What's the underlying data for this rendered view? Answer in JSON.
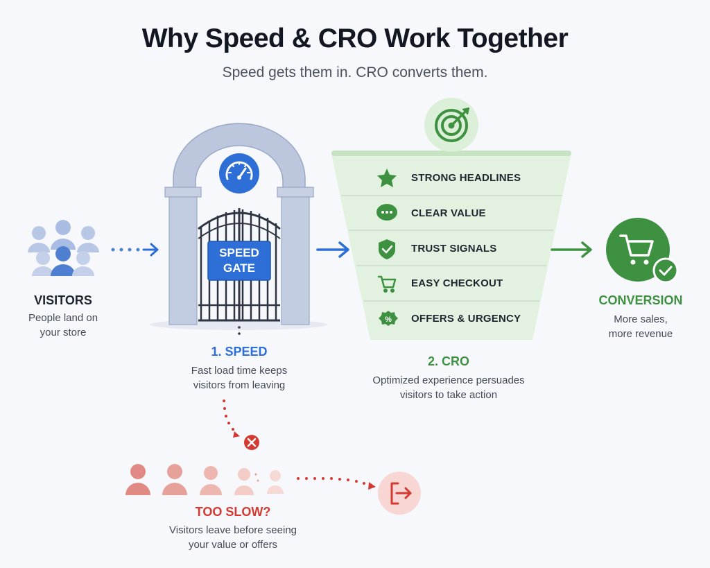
{
  "title": "Why Speed & CRO Work Together",
  "subtitle": "Speed gets them in. CRO converts them.",
  "visitors": {
    "label": "VISITORS",
    "desc_line1": "People land on",
    "desc_line2": "your store",
    "icon": "people-group-icon"
  },
  "speed": {
    "gate_line1": "SPEED",
    "gate_line2": "GATE",
    "step_label": "1. SPEED",
    "desc_line1": "Fast load time keeps",
    "desc_line2": "visitors from leaving",
    "icon": "speedometer-icon",
    "color": "#2d6fd6"
  },
  "cro": {
    "items": [
      {
        "label": "STRONG HEADLINES",
        "icon": "star-icon"
      },
      {
        "label": "CLEAR VALUE",
        "icon": "chat-bubble-icon"
      },
      {
        "label": "TRUST SIGNALS",
        "icon": "shield-check-icon"
      },
      {
        "label": "EASY CHECKOUT",
        "icon": "cart-icon"
      },
      {
        "label": "OFFERS & URGENCY",
        "icon": "discount-badge-icon"
      }
    ],
    "step_label": "2. CRO",
    "desc_line1": "Optimized experience persuades",
    "desc_line2": "visitors to take action",
    "icon": "target-icon",
    "color": "#3f9142"
  },
  "conversion": {
    "label": "CONVERSION",
    "desc_line1": "More sales,",
    "desc_line2": "more revenue",
    "icon": "shopping-cart-check-icon",
    "color": "#3f9142"
  },
  "too_slow": {
    "label": "TOO SLOW?",
    "desc_line1": "Visitors leave before seeing",
    "desc_line2": "your value or offers",
    "icon": "exit-door-icon",
    "color": "#d33a32"
  }
}
